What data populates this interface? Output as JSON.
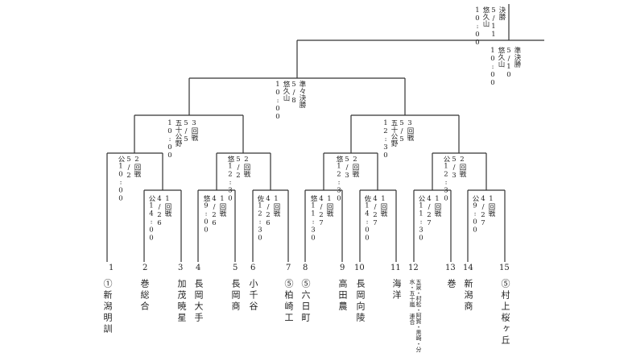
{
  "teams": [
    {
      "num": "1",
      "name": "①新潟明訓"
    },
    {
      "num": "2",
      "name": "巻総合"
    },
    {
      "num": "3",
      "name": "加茂暁星"
    },
    {
      "num": "4",
      "name": "長岡大手"
    },
    {
      "num": "5",
      "name": "長岡商"
    },
    {
      "num": "6",
      "name": "小千谷"
    },
    {
      "num": "7",
      "name": "⑤柏崎工"
    },
    {
      "num": "8",
      "name": "⑤六日町"
    },
    {
      "num": "9",
      "name": "高田農"
    },
    {
      "num": "10",
      "name": "長岡向陵"
    },
    {
      "num": "11",
      "name": "海洋"
    },
    {
      "num": "12",
      "name": "五泉・村松・阿賀・黒崎・分水・五十嵐 連合"
    },
    {
      "num": "13",
      "name": "巻"
    },
    {
      "num": "14",
      "name": "新潟商"
    },
    {
      "num": "15",
      "name": "⑤村上桜ヶ丘"
    }
  ],
  "labels": {
    "final": "決勝\n5/11\n悠久山\n10:00",
    "semi": "準決勝\n5/10\n悠久山\n10:00",
    "qf": "準々決勝\n5/8\n悠久山\n10:00",
    "r3_left": "3回戦\n5/5\n五十公野\n10:00",
    "r3_right": "3回戦\n5/5\n五十公野\n12:30",
    "r2_a": "2回戦\n5/2\n公10:00",
    "r2_b": "2回戦\n5/2\n悠12:30",
    "r2_c": "2回戦\n5/3\n悠12:30",
    "r2_d": "2回戦\n5/3\n公12:30",
    "r1_a": "1回戦\n4/26\n公14:00",
    "r1_b": "1回戦\n4/26\n悠9:00",
    "r1_c": "1回戦\n4/26\n佐12:30",
    "r1_d": "1回戦\n4/27\n悠11:30",
    "r1_e": "1回戦\n4/27\n佐14:00",
    "r1_f": "1回戦\n4/27\n公11:30",
    "r1_g": "1回戦\n4/27\n公9:00"
  }
}
